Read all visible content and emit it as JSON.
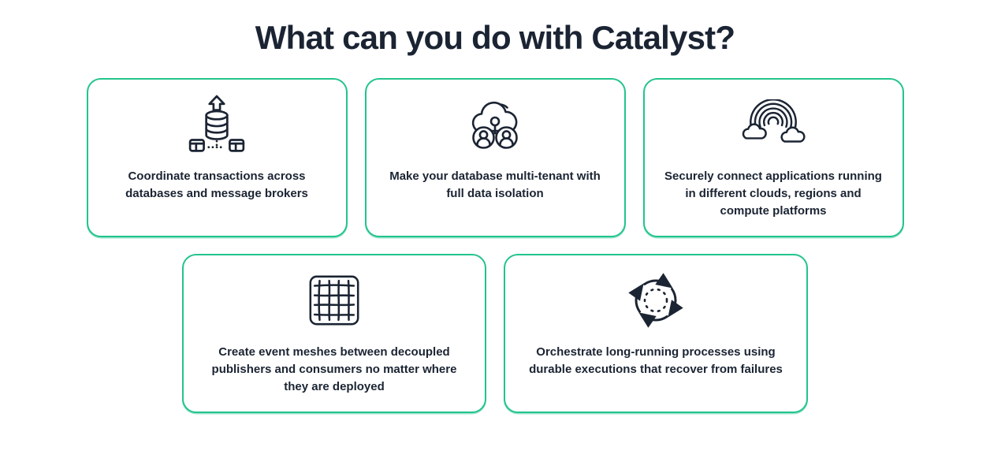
{
  "theme": {
    "accent_green": "#23C48C",
    "ink_navy": "#1B2433",
    "background": "#FFFFFF"
  },
  "header": {
    "title": "What can you do with Catalyst?"
  },
  "cards": [
    {
      "icon": "database-transactions-icon",
      "lines": [
        "Coordinate transactions across",
        "databases and message brokers"
      ]
    },
    {
      "icon": "multi-tenant-users-cloud-icon",
      "lines": [
        "Make your database multi-tenant with",
        "full data isolation"
      ]
    },
    {
      "icon": "rainbow-clouds-icon",
      "lines": [
        "Securely connect applications running",
        "in different clouds, regions and",
        "compute platforms"
      ]
    },
    {
      "icon": "event-mesh-grid-icon",
      "lines": [
        "Create event meshes between decoupled",
        "publishers and consumers no matter where",
        "they are deployed"
      ]
    },
    {
      "icon": "recovery-cycle-icon",
      "lines": [
        "Orchestrate long-running processes using",
        "durable executions that recover from failures"
      ]
    }
  ]
}
